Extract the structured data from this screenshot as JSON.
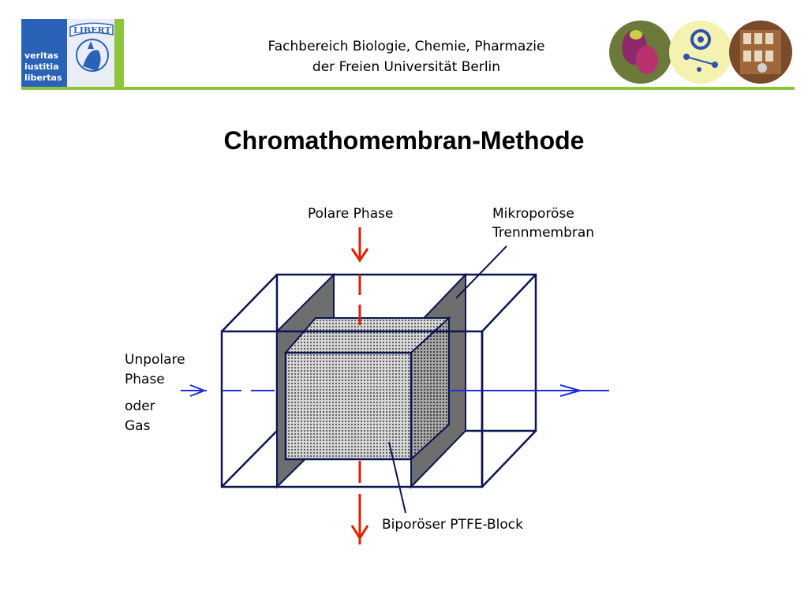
{
  "header": {
    "logo_motto": [
      "veritas",
      "iustitia",
      "libertas"
    ],
    "logo_banner": "LIBERT",
    "line1": "Fachbereich Biologie, Chemie, Pharmazie",
    "line2": "der Freien Universität Berlin"
  },
  "title": "Chromathomembran-Methode",
  "diagram": {
    "label_polar": "Polare Phase",
    "label_membrane": [
      "Mikroporöse",
      "Trennmembran"
    ],
    "label_unpolar": [
      "Unpolare",
      "Phase",
      "oder",
      "Gas"
    ],
    "label_block": "Biporöser PTFE-Block"
  },
  "colors": {
    "accent_green": "#8fc53d",
    "logo_blue": "#2a62b8",
    "arrow_red": "#e02000",
    "arrow_blue": "#1a2fd8",
    "membrane_gray": "#6e6e6e",
    "outline_navy": "#0a1450"
  }
}
